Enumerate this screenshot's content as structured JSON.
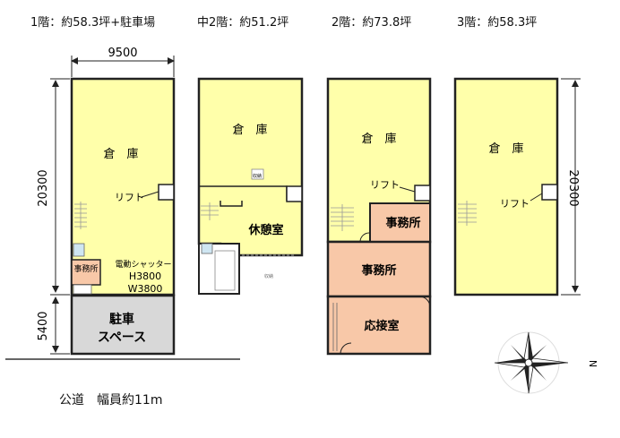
{
  "floors": [
    {
      "title": "1階：約58.3坪+駐車場",
      "warehouse": "倉　庫",
      "lift": "リフト",
      "office": "事務所",
      "shutter_title": "電動シャッター",
      "shutter_h": "H3800",
      "shutter_w": "W3800",
      "parking": "駐車\nスペース"
    },
    {
      "title": "中2階：約51.2坪",
      "warehouse": "倉　庫",
      "lounge": "休憩室",
      "small_a": "収納",
      "small_b": "収納"
    },
    {
      "title": "2階：約73.8坪",
      "warehouse": "倉　庫",
      "lift": "リフト",
      "office_small": "事務所",
      "office_large": "事務所",
      "reception": "応接室"
    },
    {
      "title": "3階：約58.3坪",
      "warehouse": "倉　庫",
      "lift": "リフト"
    }
  ],
  "dimensions": {
    "width_top": "9500",
    "height_left": "20300",
    "height_parking": "5400",
    "height_right": "20300"
  },
  "road": "公道　幅員約11m",
  "compass": {
    "north_label": "N"
  },
  "colors": {
    "warehouse": "#ffffaa",
    "office": "#f8c8a8",
    "parking": "#d8d8d8",
    "outline": "#222222"
  }
}
